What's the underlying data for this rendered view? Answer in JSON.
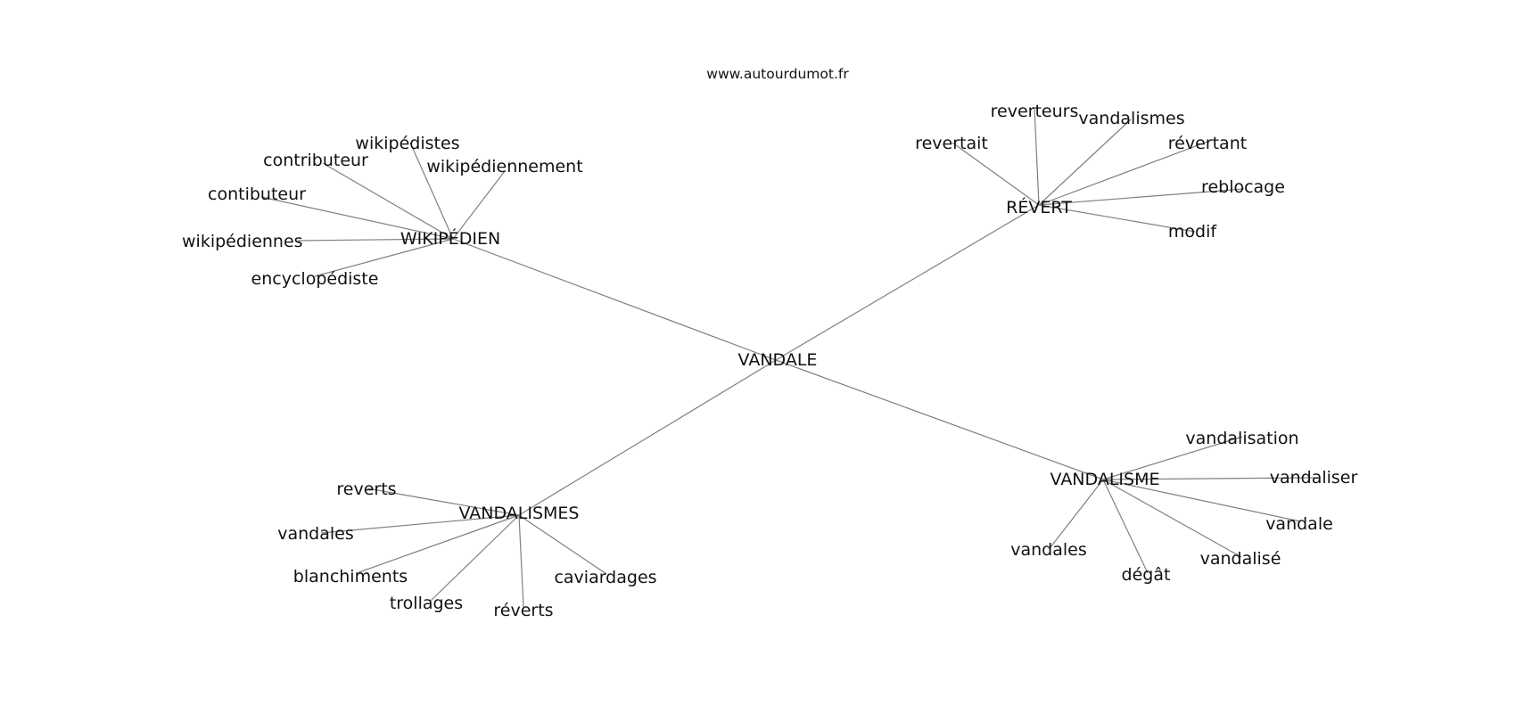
{
  "source_url": "www.autourdumot.fr",
  "center": {
    "word": "VANDALE"
  },
  "clusters": [
    {
      "hub": "WIKIPÉDIEN",
      "leaves": [
        "wikipédistes",
        "contributeur",
        "wikipédiennement",
        "contibuteur",
        "wikipédiennes",
        "encyclopédiste"
      ]
    },
    {
      "hub": "RÉVERT",
      "leaves": [
        "reverteurs",
        "vandalismes",
        "revertait",
        "révertant",
        "reblocage",
        "modif"
      ]
    },
    {
      "hub": "VANDALISMES",
      "leaves": [
        "reverts",
        "vandales",
        "blanchiments",
        "trollages",
        "réverts",
        "caviardages"
      ]
    },
    {
      "hub": "VANDALISME",
      "leaves": [
        "vandalisation",
        "vandaliser",
        "vandale",
        "vandalisé",
        "dégât",
        "vandales"
      ]
    }
  ]
}
